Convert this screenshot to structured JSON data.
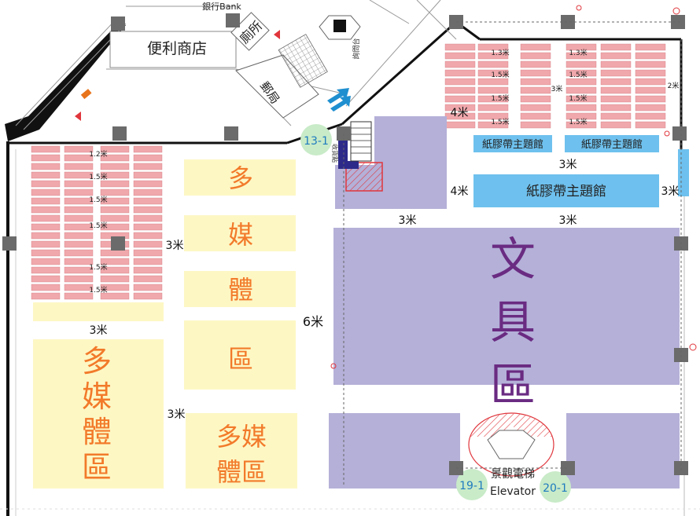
{
  "map": {
    "bank": "銀行Bank",
    "convenience_store": "便利商店",
    "restroom": "廁所",
    "post_office": "郵局",
    "info_desk": "詢問台",
    "thematic_hall_small_1": "紙膠帶主題館",
    "thematic_hall_small_2": "紙膠帶主題館",
    "thematic_hall_large": "紙膠帶主題館",
    "stationery_zone": [
      "文",
      "具",
      "區"
    ],
    "multimedia_column": [
      "多",
      "媒",
      "體",
      "區"
    ],
    "multimedia_left": [
      "多",
      "媒",
      "體",
      "區"
    ],
    "multimedia_bottom": [
      "多媒",
      "體區"
    ],
    "exit_left": "13-1",
    "exit_bottom_left": "19-1",
    "exit_bottom_right": "20-1",
    "elevator_zh": "景觀電梯",
    "elevator_en": "Elevator",
    "collect_point": "收貨點",
    "dimensions": {
      "d3m": "3米",
      "d4m": "4米",
      "d6m": "6米",
      "d1_2m": "1.2米",
      "d1_3m": "1.3米",
      "d1_5m": "1.5米",
      "d2m": "2米"
    }
  },
  "colors": {
    "wall": "#111111",
    "stationery": "#b4b0d8",
    "multimedia": "#fdf7c4",
    "multimedia_text": "#f27a2a",
    "theme_hall": "#6ec1ee",
    "booth": "#f0a8ac",
    "exit_badge": "#c9ebc8",
    "exit_text": "#1f7bbf",
    "red_hatch": "#e0363c"
  }
}
